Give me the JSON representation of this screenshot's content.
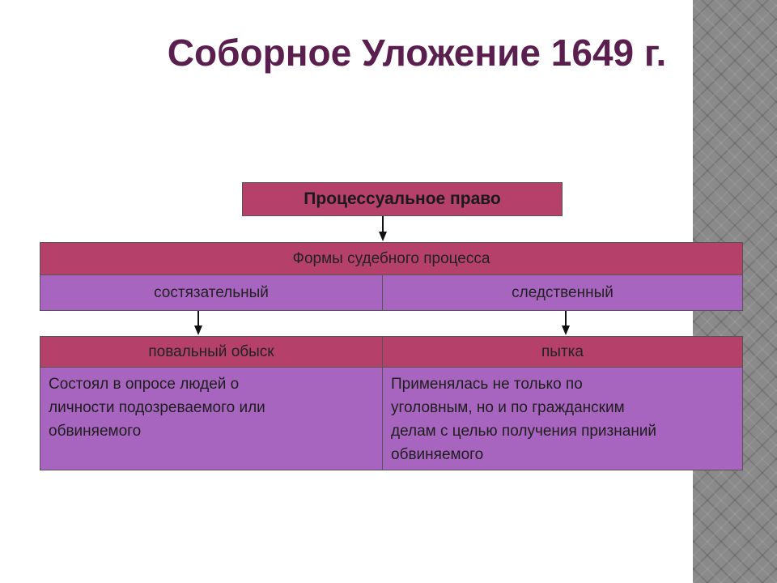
{
  "title": "Соборное Уложение 1649 г.",
  "top_box": "Процессуальное право",
  "forms_header": "Формы судебного процесса",
  "forms": {
    "left": "состязательный",
    "right": "следственный"
  },
  "methods": {
    "left": "повальный обыск",
    "right": "пытка"
  },
  "descriptions": {
    "left": [
      "Состоял в опросе людей о",
      "личности подозреваемого или",
      "обвиняемого"
    ],
    "right": [
      "Применялась не только по",
      "уголовным, но и по гражданским",
      "делам с целью получения признаний",
      "обвиняемого"
    ]
  },
  "colors": {
    "title": "#5b1f4f",
    "header_fill": "#b5416a",
    "cell_fill": "#a765bf"
  }
}
